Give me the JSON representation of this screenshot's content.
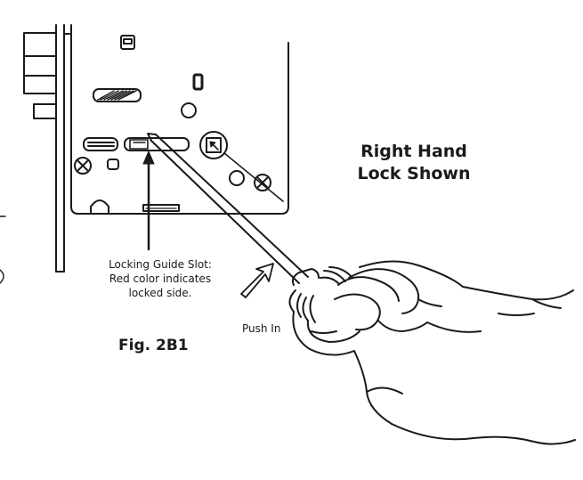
{
  "figure": {
    "title_lines": [
      "Right  Hand",
      "Lock Shown"
    ],
    "callout_lines": [
      "Locking Guide Slot:",
      "Red color indicates",
      "locked side."
    ],
    "action_label": "Push In",
    "figure_label": "Fig.  2B1"
  },
  "colors": {
    "line": "#1a1a1a",
    "background": "#ffffff"
  },
  "icons": {
    "set_screw": "circled-x",
    "push_direction": "arrow-outline"
  }
}
